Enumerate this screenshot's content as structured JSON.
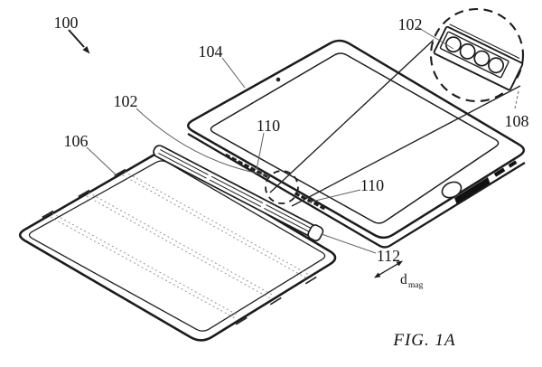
{
  "figure": {
    "caption": "FIG. 1A",
    "labels": [
      {
        "id": "100",
        "text": "100"
      },
      {
        "id": "104",
        "text": "104"
      },
      {
        "id": "102-left",
        "text": "102"
      },
      {
        "id": "106",
        "text": "106"
      },
      {
        "id": "110-upper",
        "text": "110"
      },
      {
        "id": "110-right",
        "text": "110"
      },
      {
        "id": "102-top",
        "text": "102"
      },
      {
        "id": "108",
        "text": "108"
      },
      {
        "id": "112",
        "text": "112"
      }
    ],
    "dimension_label": {
      "base": "d",
      "subscript": "mag"
    },
    "colors": {
      "ink": "#1c1c1c",
      "leader": "#5f5f5f",
      "background": "#ffffff"
    }
  }
}
